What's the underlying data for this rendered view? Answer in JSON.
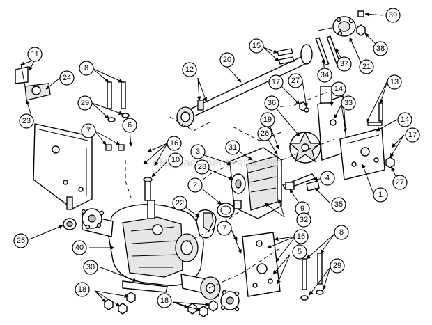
{
  "watermark": "eReplacementParts.com",
  "callouts": [
    "1",
    "2",
    "3",
    "4",
    "5",
    "6",
    "7",
    "8",
    "9",
    "10",
    "11",
    "12",
    "13",
    "14",
    "15",
    "16",
    "17",
    "18",
    "19",
    "20",
    "21",
    "22",
    "23",
    "24",
    "25",
    "26",
    "27",
    "28",
    "29",
    "30",
    "31",
    "32",
    "33",
    "34",
    "35",
    "36",
    "37",
    "38",
    "39",
    "40"
  ]
}
